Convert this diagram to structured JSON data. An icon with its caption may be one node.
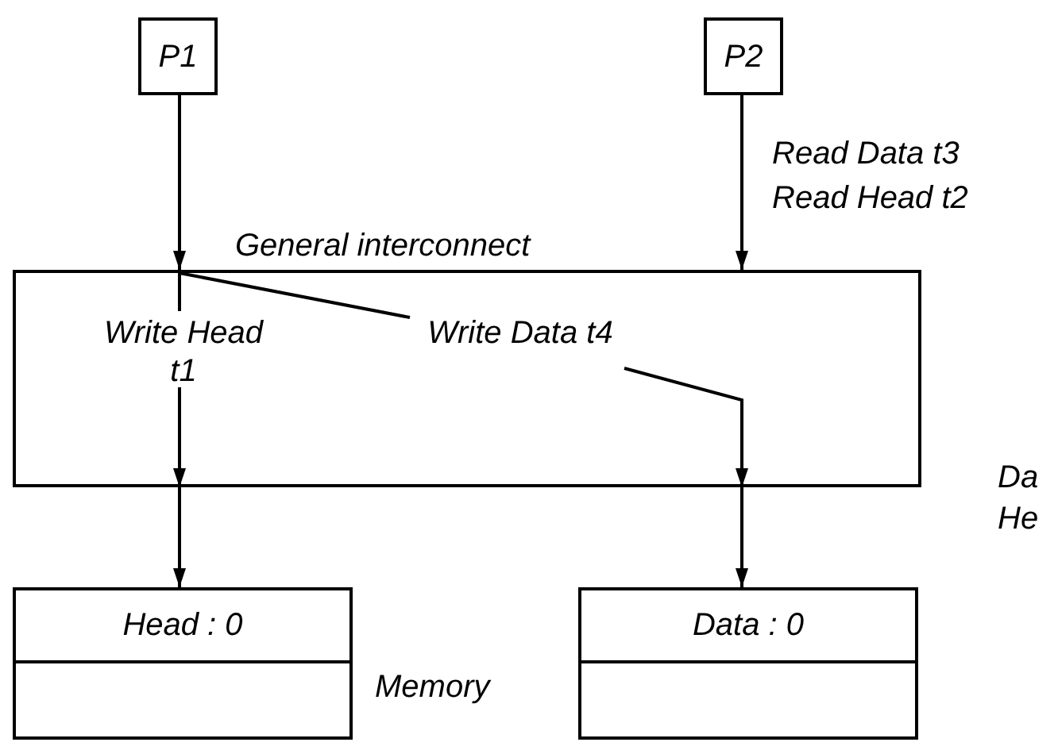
{
  "diagram": {
    "nodes": [
      {
        "text": [
          "P1"
        ]
      },
      {
        "text": [
          "P2"
        ]
      },
      {
        "text": [
          "General interconnect"
        ]
      },
      {
        "text": [
          "Write Head t1"
        ],
        "in": 2
      },
      {
        "text": [
          "Write Data t4"
        ],
        "in": 2
      },
      {
        "text": [
          "Head : 0"
        ]
      },
      {
        "text": [
          "Data : 0"
        ]
      }
    ],
    "edges": [
      {
        "from": 0,
        "to": 2,
        "arrow": "to"
      },
      {
        "from": 1,
        "to": 2,
        "arrow": "to"
      },
      {
        "from": null,
        "to": 3,
        "arrow": "none"
      },
      {
        "from": null,
        "to": 4,
        "arrow": "none"
      },
      {
        "from": 3,
        "to": null,
        "arrow": "to"
      },
      {
        "from": 4,
        "to": null,
        "arrow": "to"
      },
      {
        "from": 2,
        "to": 5,
        "arrow": "to"
      },
      {
        "from": 2,
        "to": 6,
        "arrow": "to"
      }
    ],
    "labels": [
      "Read Data t3",
      "Read Head t2",
      "Memory",
      "Da",
      "He"
    ]
  }
}
